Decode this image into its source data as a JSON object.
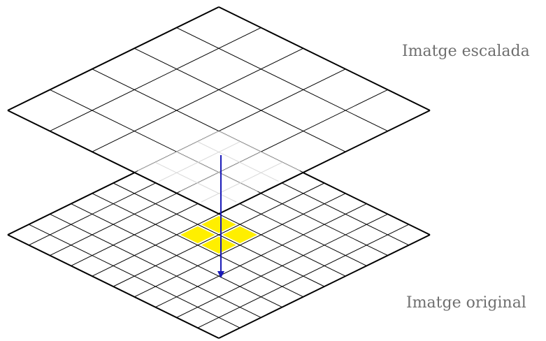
{
  "labels": {
    "top_layer": "Imatge escalada",
    "bottom_layer": "Imatge original"
  },
  "diagram": {
    "top_grid_cells": 5,
    "bottom_grid_cells": 10,
    "highlighted_cells_bottom": [
      [
        5,
        4
      ],
      [
        5,
        5
      ],
      [
        4,
        4
      ],
      [
        4,
        5
      ]
    ],
    "colors": {
      "grid_line": "#000000",
      "hidden_grid_line": "#d9d9d9",
      "highlight": "#ffef00",
      "arrow": "#1a1ab8",
      "label_text": "#6f6f6f"
    }
  }
}
